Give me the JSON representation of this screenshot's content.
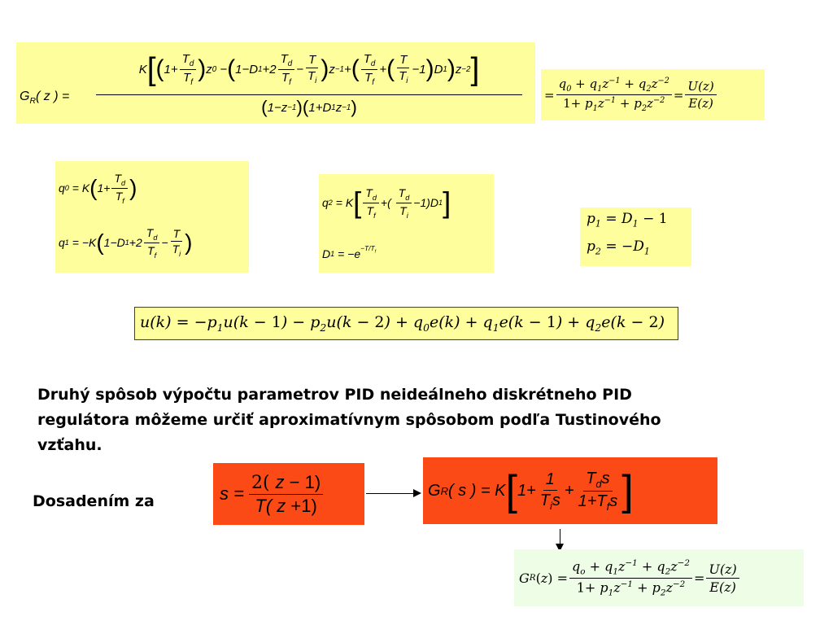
{
  "paragraph": {
    "line1": "Druhý  spôsob výpočtu parametrov PID neideálneho diskrétneho PID",
    "line2": "regulátora môžeme určiť aproximatívnym spôsobom podľa Tustinového",
    "line3": "vzťahu."
  },
  "substitution_label": "Dosadením  za"
}
